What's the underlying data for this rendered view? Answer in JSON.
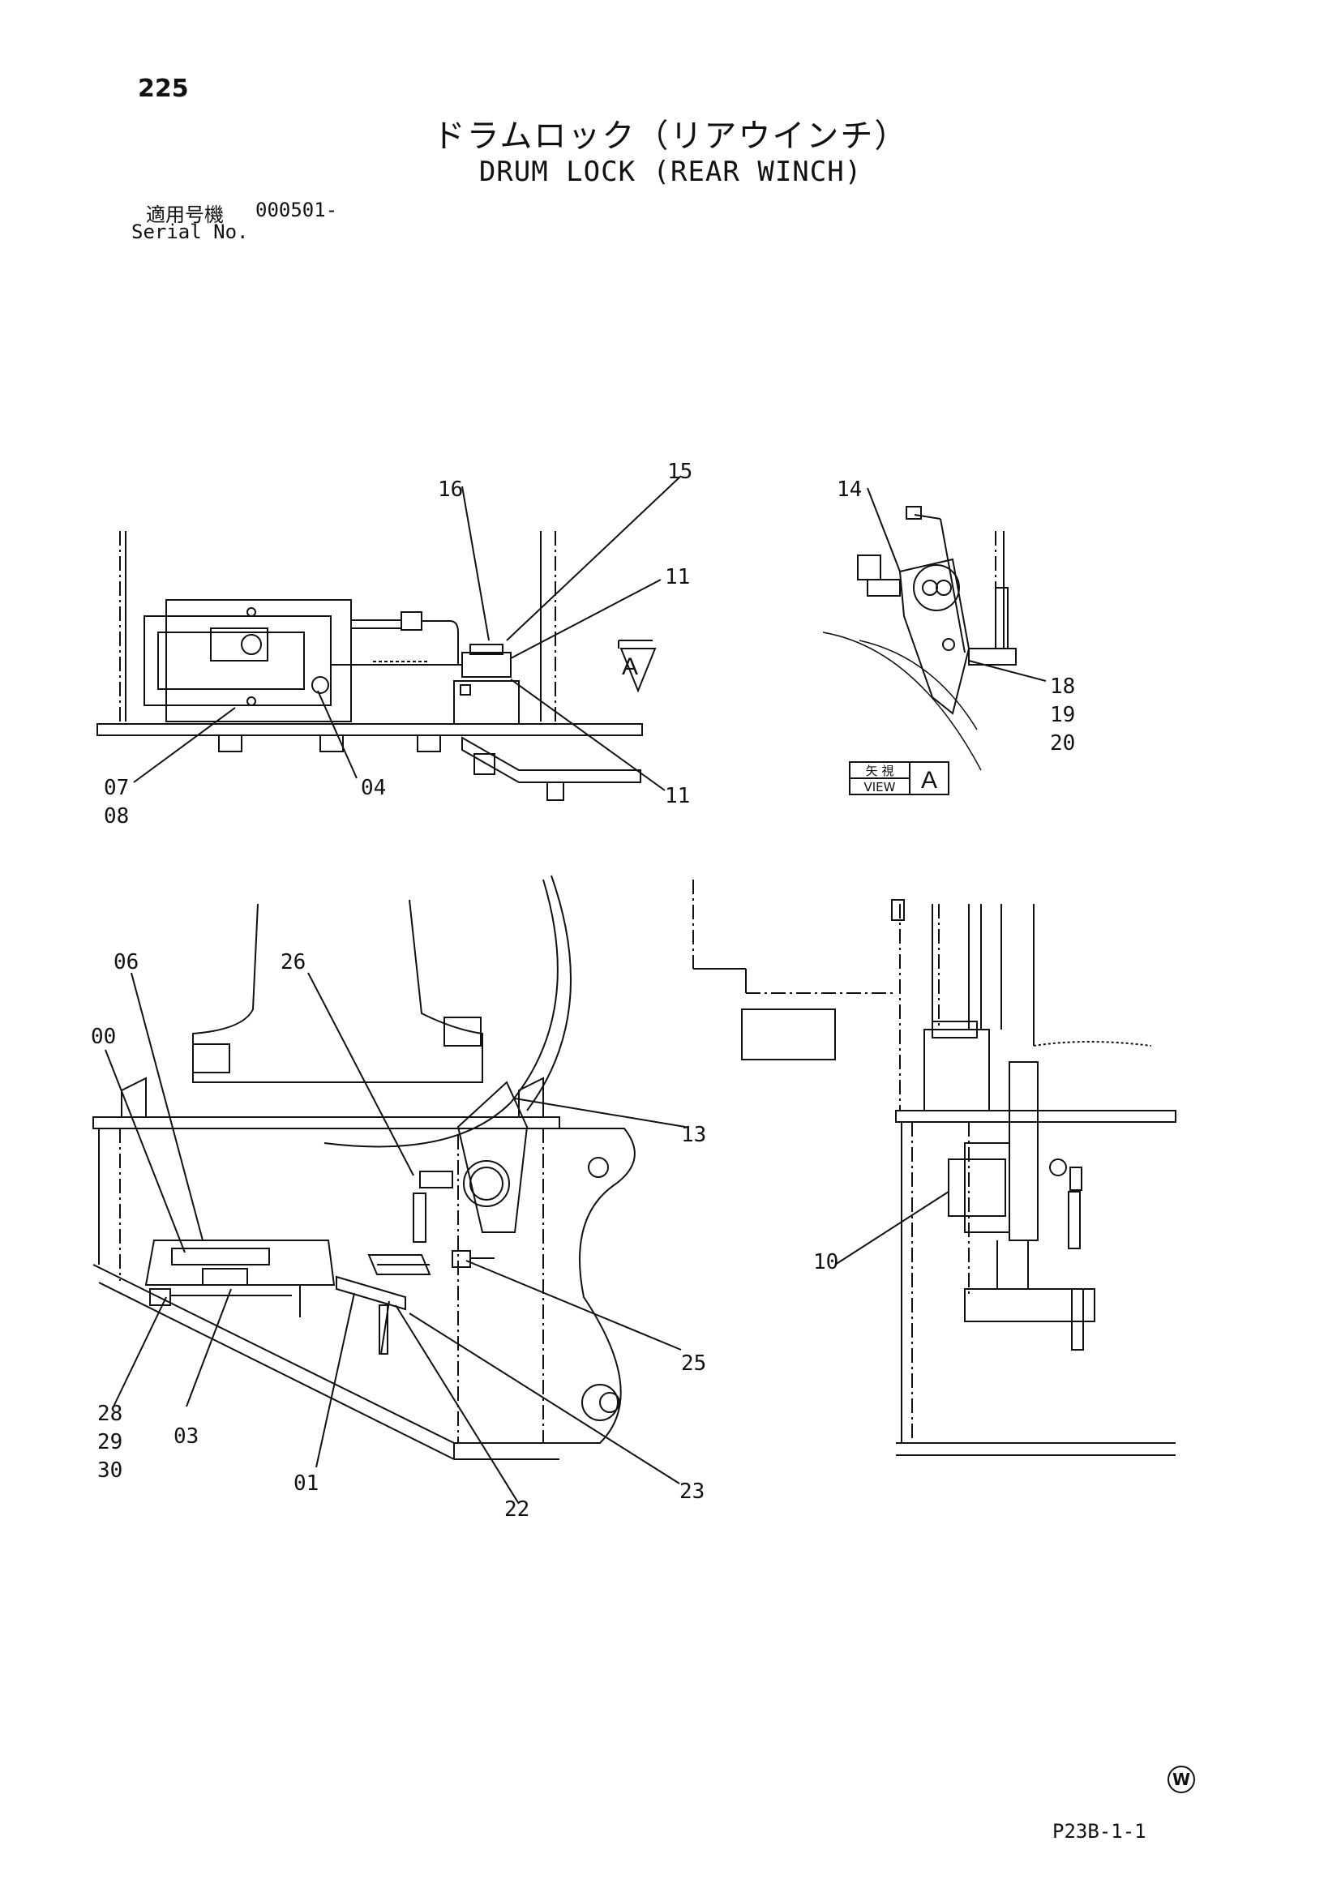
{
  "header": {
    "page_number": "225",
    "title_jp": "ドラムロック（リアウインチ）",
    "title_en": "DRUM LOCK (REAR WINCH)",
    "serial_label_jp": "適用号機",
    "serial_value": "000501-",
    "serial_label_en": "Serial No."
  },
  "callouts": {
    "top_left": [
      "16",
      "15",
      "11",
      "11",
      "07",
      "08",
      "04"
    ],
    "top_right": [
      "14",
      "18",
      "19",
      "20"
    ],
    "bottom_left": [
      "06",
      "26",
      "00",
      "13",
      "25",
      "28",
      "29",
      "30",
      "03",
      "01",
      "22",
      "23"
    ],
    "bottom_right": [
      "10"
    ]
  },
  "view_marker": {
    "arrow_letter": "A",
    "box_jp": "矢 視",
    "box_en": "VIEW",
    "box_letter": "A"
  },
  "footer": {
    "symbol": "W",
    "page_ref": "P23B-1-1"
  }
}
